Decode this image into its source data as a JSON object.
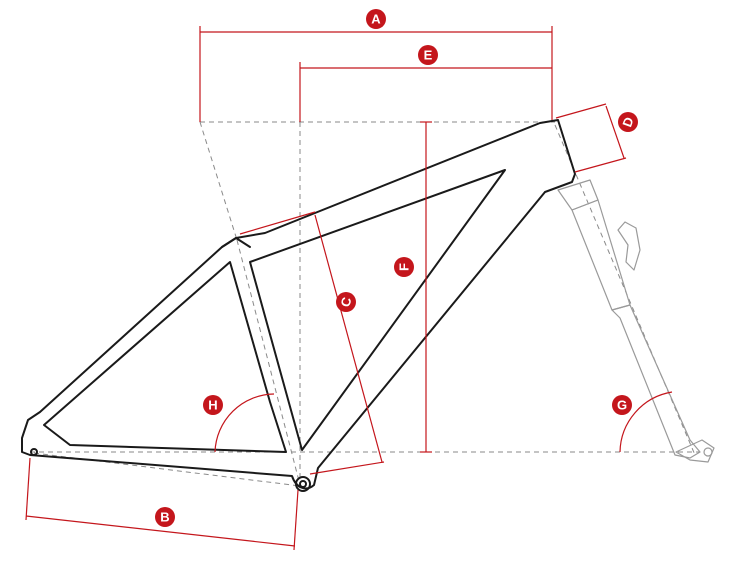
{
  "diagram": {
    "accent_color": "#c4161c",
    "markers": {
      "A": "A",
      "B": "B",
      "C": "C",
      "D": "D",
      "E": "E",
      "F": "F",
      "G": "G",
      "H": "H"
    }
  }
}
